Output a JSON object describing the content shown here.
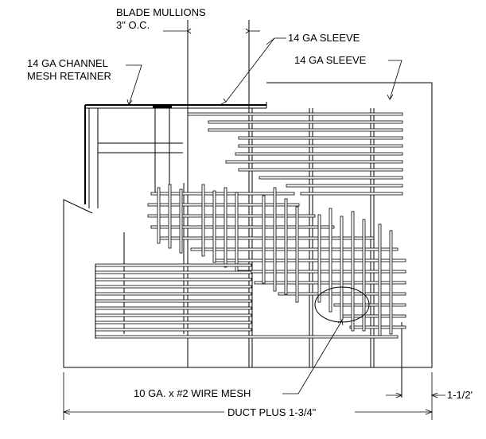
{
  "labels": {
    "blade_mullions_line1": "BLADE MULLIONS",
    "blade_mullions_line2": "3\" O.C.",
    "sleeve_top": "14 GA SLEEVE",
    "sleeve_right": "14 GA SLEEVE",
    "channel_line1": "14 GA CHANNEL",
    "channel_line2": "MESH RETAINER",
    "wire_mesh": "10 GA. x #2 WIRE MESH",
    "edge_dim": "1-1/2'",
    "duct_dim": "DUCT PLUS 1-3/4\""
  }
}
